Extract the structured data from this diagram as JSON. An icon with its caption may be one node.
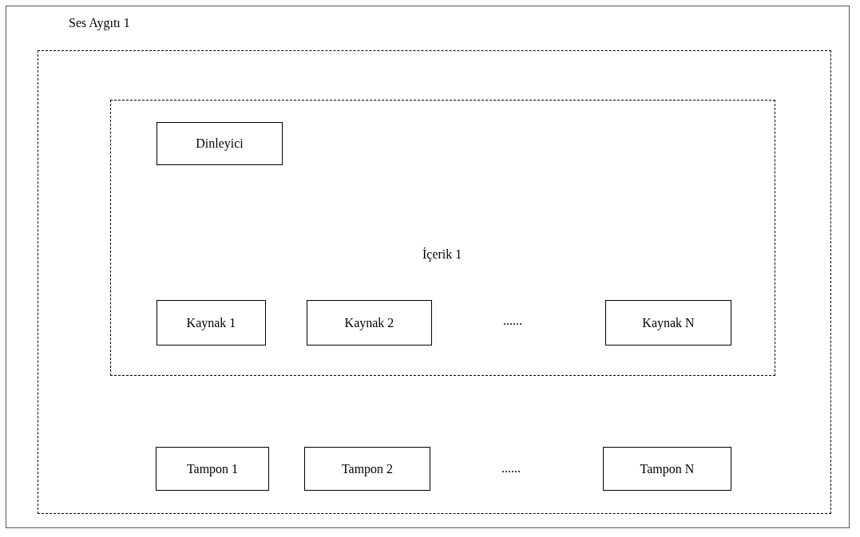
{
  "diagram": {
    "nodes": [
      {
        "text": [
          "Ses Aygıtı 1"
        ]
      },
      {
        "text": [
          "İçerik 1"
        ],
        "in": 0
      },
      {
        "text": [
          "Dinleyici"
        ],
        "in": 1
      },
      {
        "text": [
          "Kaynak 1"
        ],
        "in": 1
      },
      {
        "text": [
          "Kaynak 2"
        ],
        "in": 1
      },
      {
        "text": [
          "Kaynak N"
        ],
        "in": 1
      },
      {
        "text": [
          "Tampon 1"
        ],
        "in": 0
      },
      {
        "text": [
          "Tampon 2"
        ],
        "in": 0
      },
      {
        "text": [
          "Tampon N"
        ],
        "in": 0
      }
    ],
    "labels": [
      "......",
      "......"
    ]
  }
}
